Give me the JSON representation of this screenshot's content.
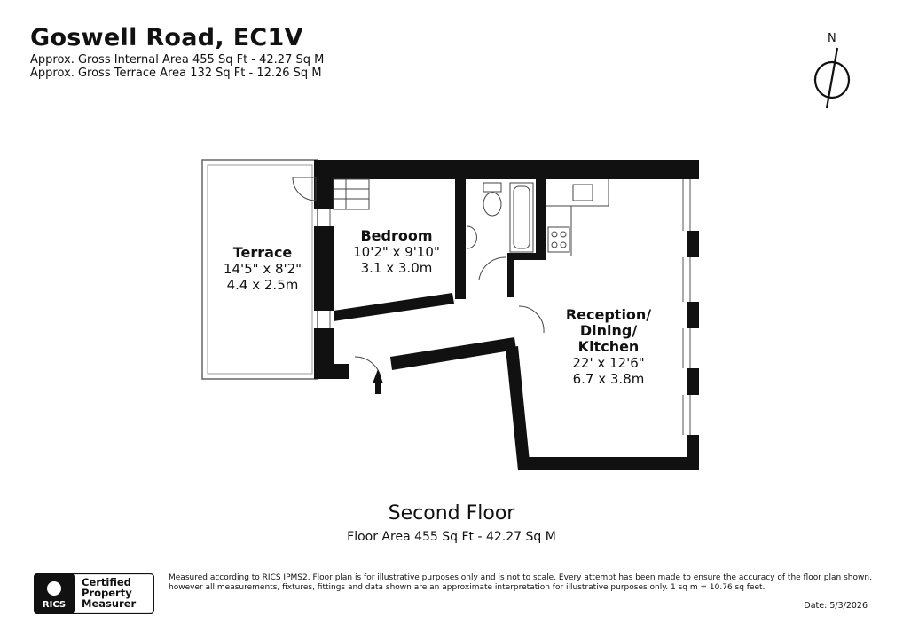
{
  "header": {
    "title": "Goswell Road, EC1V",
    "internal_area": "Approx. Gross Internal Area 455 Sq Ft - 42.27 Sq M",
    "terrace_area": "Approx. Gross Terrace Area 132 Sq Ft - 12.26 Sq M"
  },
  "compass": {
    "label": "N"
  },
  "rooms": {
    "terrace": {
      "name": "Terrace",
      "dim_imperial": "14'5\" x 8'2\"",
      "dim_metric": "4.4 x 2.5m"
    },
    "bedroom": {
      "name": "Bedroom",
      "dim_imperial": "10'2\" x 9'10\"",
      "dim_metric": "3.1 x 3.0m"
    },
    "reception": {
      "name_lines": [
        "Reception/",
        "Dining/",
        "Kitchen"
      ],
      "dim_imperial": "22' x 12'6\"",
      "dim_metric": "6.7 x 3.8m"
    }
  },
  "floor": {
    "name": "Second Floor",
    "area": "Floor Area 455 Sq Ft - 42.27 Sq M"
  },
  "footer": {
    "rics_logo": "RICS",
    "rics_lines": [
      "Certified",
      "Property",
      "Measurer"
    ],
    "disclaimer_line1": "Measured according to RICS IPMS2. Floor plan is for illustrative purposes only and is not to scale. Every attempt has been made to ensure the accuracy of the floor plan shown,",
    "disclaimer_line2": "however all measurements, fixtures, fittings and data shown are an approximate interpretation for illustrative purposes only. 1 sq m = 10.76 sq feet.",
    "date": "Date: 5/3/2026"
  },
  "colors": {
    "wall": "#111111",
    "background": "#ffffff",
    "line": "#333333"
  }
}
